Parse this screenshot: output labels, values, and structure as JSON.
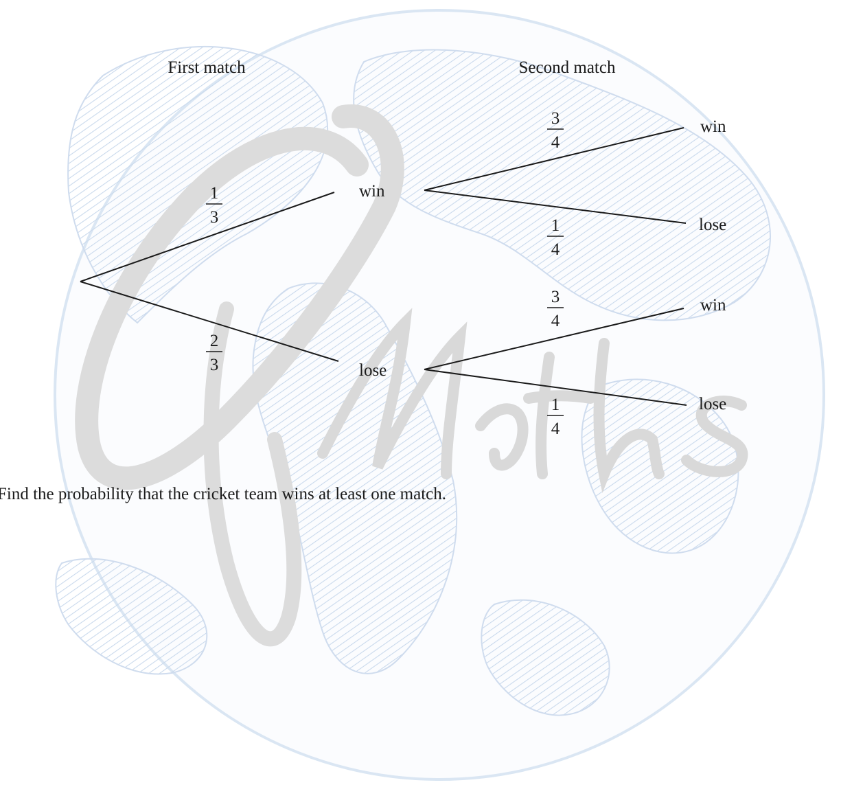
{
  "headings": {
    "first": "First match",
    "second": "Second match"
  },
  "outcomes": {
    "first_win": "win",
    "first_lose": "lose",
    "win_then_win": "win",
    "win_then_lose": "lose",
    "lose_then_win": "win",
    "lose_then_lose": "lose"
  },
  "probabilities": {
    "first_win": {
      "num": "1",
      "den": "3"
    },
    "first_lose": {
      "num": "2",
      "den": "3"
    },
    "win_then_win": {
      "num": "3",
      "den": "4"
    },
    "win_then_lose": {
      "num": "1",
      "den": "4"
    },
    "lose_then_win": {
      "num": "3",
      "den": "4"
    },
    "lose_then_lose": {
      "num": "1",
      "den": "4"
    }
  },
  "question": "Find the probability that the cricket team wins at least one match."
}
